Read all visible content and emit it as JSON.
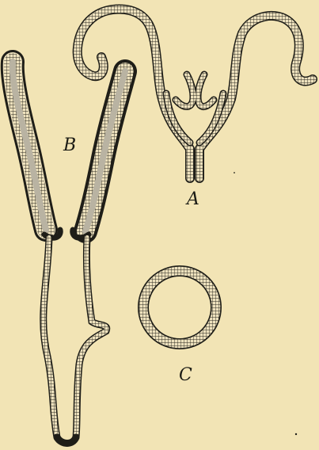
{
  "labels": {
    "a": "A",
    "b": "B",
    "c": "C"
  },
  "colors": {
    "background": "#f2e4b5",
    "wall_outline": "#1f1e18",
    "cell_fill": "#ece0bc",
    "lumen_shading": "#b9b3a2"
  }
}
